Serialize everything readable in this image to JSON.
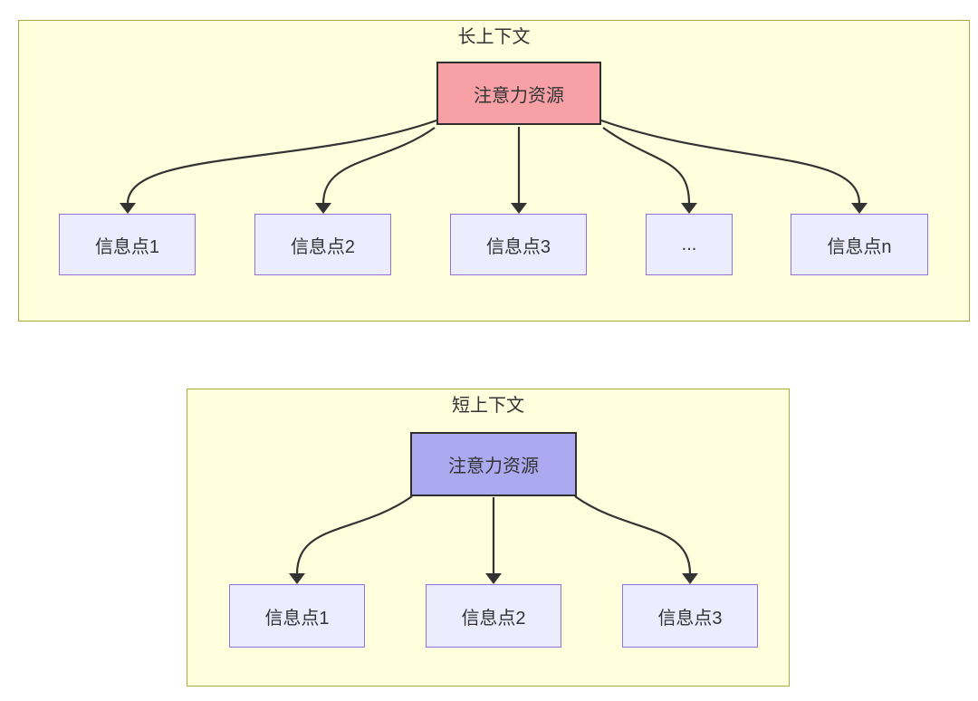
{
  "diagram": {
    "long_context": {
      "title": "长上下文",
      "attention_node": {
        "label": "注意力资源",
        "fill": "#F7A1A6",
        "stroke": "#2F2F2F"
      },
      "info_nodes": [
        {
          "label": "信息点1"
        },
        {
          "label": "信息点2"
        },
        {
          "label": "信息点3"
        },
        {
          "label": "..."
        },
        {
          "label": "信息点n"
        }
      ],
      "edges": 5
    },
    "short_context": {
      "title": "短上下文",
      "attention_node": {
        "label": "注意力资源",
        "fill": "#ABAAF0",
        "stroke": "#2F2F2F"
      },
      "info_nodes": [
        {
          "label": "信息点1"
        },
        {
          "label": "信息点2"
        },
        {
          "label": "信息点3"
        }
      ],
      "edges": 3
    },
    "colors": {
      "container_fill": "#FFFFDE",
      "container_stroke": "#A9A943",
      "info_node_fill": "#ECECFF",
      "info_node_stroke": "#9370DB",
      "edge_color": "#333333",
      "text_color": "#333333",
      "page_background": "#FFFFFF"
    }
  }
}
